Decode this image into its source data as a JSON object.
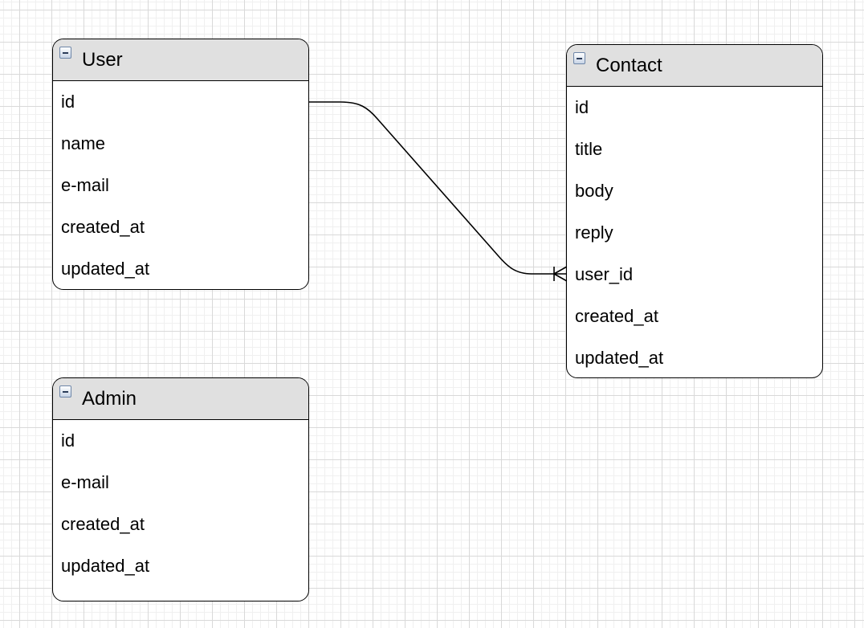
{
  "entities": {
    "user": {
      "title": "User",
      "fields": [
        "id",
        "name",
        "e-mail",
        "created_at",
        "updated_at"
      ]
    },
    "contact": {
      "title": "Contact",
      "fields": [
        "id",
        "title",
        "body",
        "reply",
        "user_id",
        "created_at",
        "updated_at"
      ]
    },
    "admin": {
      "title": "Admin",
      "fields": [
        "id",
        "e-mail",
        "created_at",
        "updated_at"
      ]
    }
  },
  "relations": [
    {
      "from_entity": "User",
      "from_field": "id",
      "to_entity": "Contact",
      "to_field": "user_id",
      "cardinality": "one-to-many"
    }
  ],
  "icons": {
    "collapse": "minus-square-icon"
  },
  "colors": {
    "header_bg": "#e0e0e0",
    "border": "#000000",
    "grid": "#d9d9d9"
  }
}
